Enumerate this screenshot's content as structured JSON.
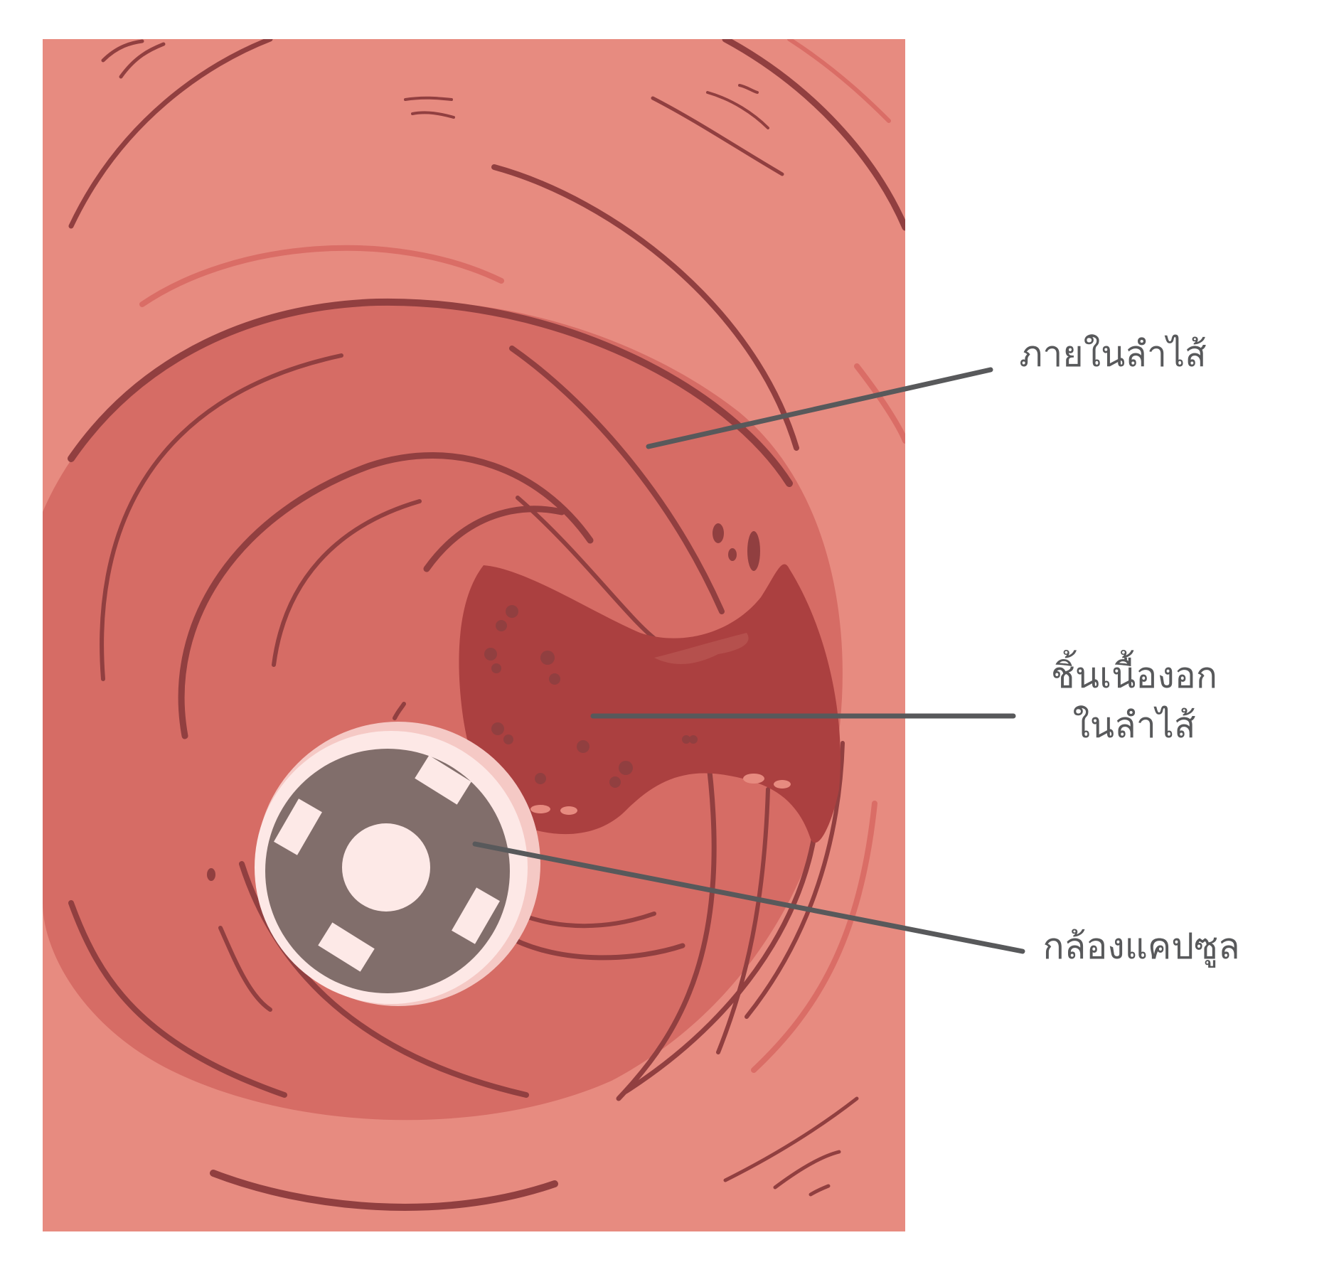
{
  "labels": {
    "intestine": "ภายในลำไส้",
    "polyp_line1": "ชิ้นเนื้องอก",
    "polyp_line2": "ในลำไส้",
    "capsule": "กล้องแคปซูล"
  },
  "colors": {
    "tissue_outer": "#e78b80",
    "tissue_inner": "#d66c65",
    "fold_dark": "#913f40",
    "fold_light": "#da6d66",
    "polyp": "#ab4040",
    "capsule_body": "#816e6b",
    "capsule_rim": "#fde8e6",
    "capsule_rim_shadow": "#f5c9c5",
    "capsule_lens": "#fde9e7",
    "leader_line": "#58595b",
    "label_text": "#58595b"
  }
}
